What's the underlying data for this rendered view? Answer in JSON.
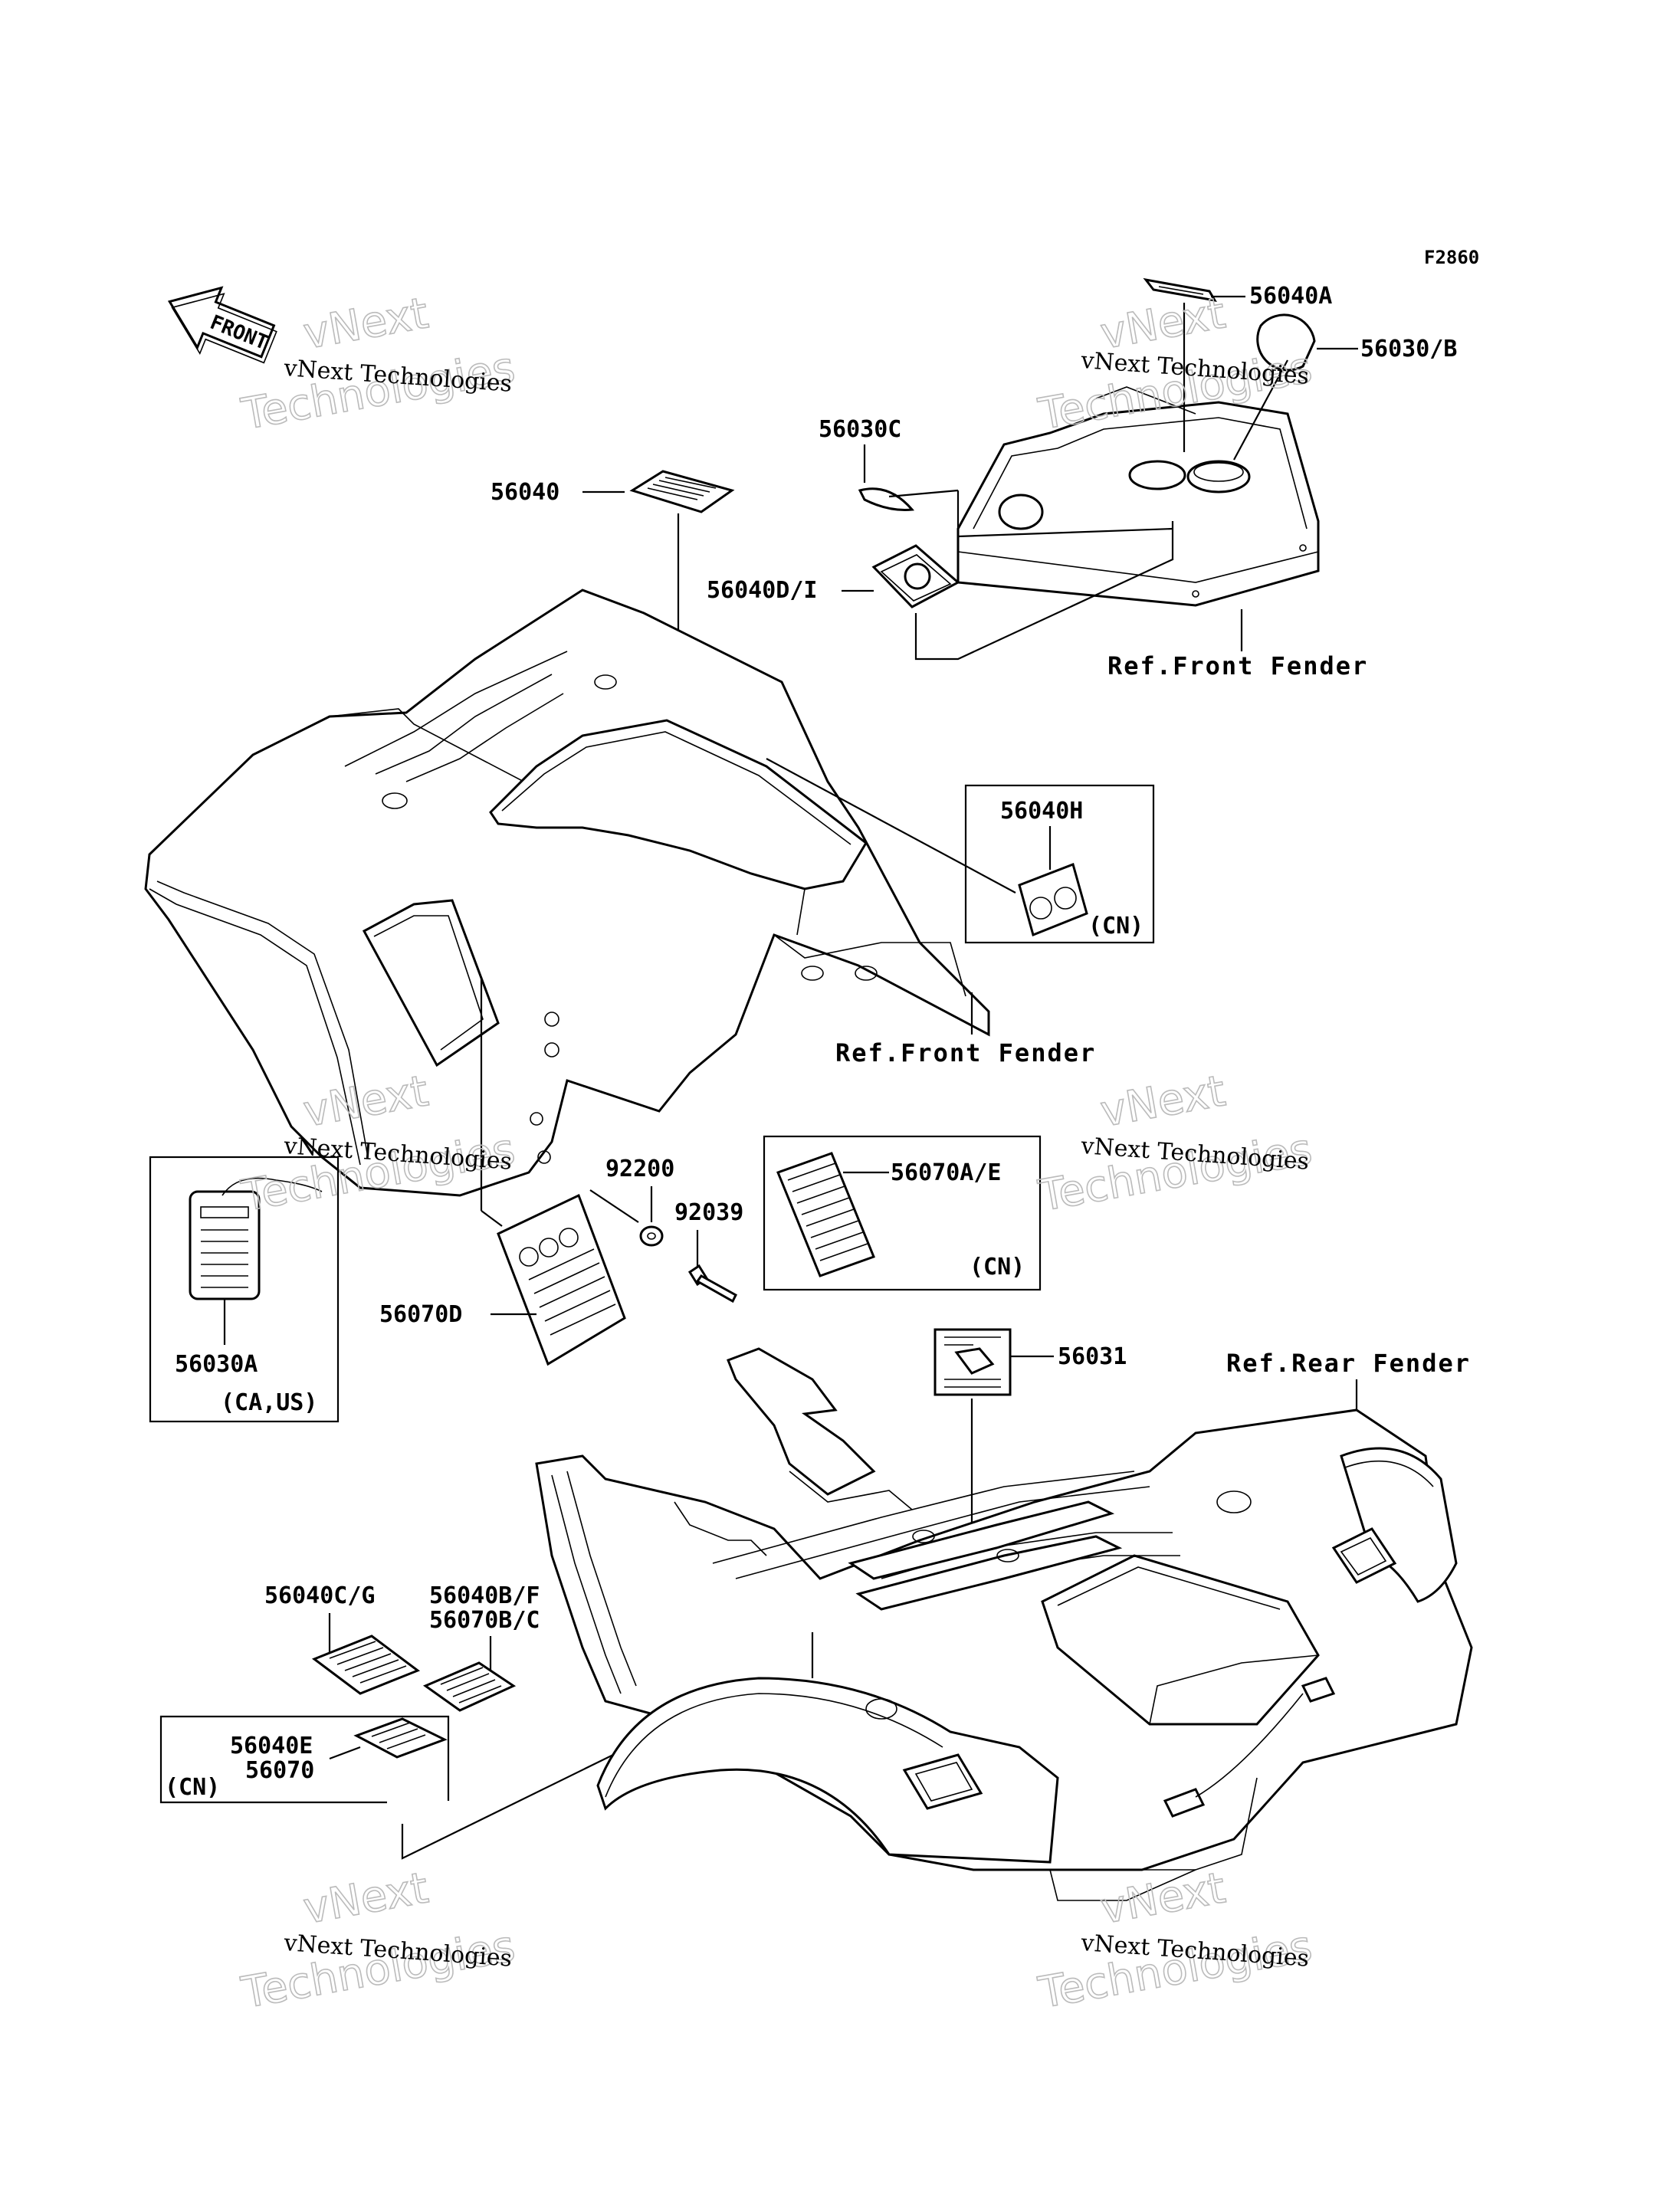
{
  "figure_code": "F2860",
  "front_arrow_text": "FRONT",
  "watermark": {
    "line1": "vNext Technologies",
    "line2a": "vNext",
    "line2b": "Technologies"
  },
  "parts": {
    "p56040A": "56040A",
    "p56030B": "56030/B",
    "p56030C": "56030C",
    "p56040": "56040",
    "p56040DI": "56040D/I",
    "p56040H": "56040H",
    "p92200": "92200",
    "p92039": "92039",
    "p56070AE": "56070A/E",
    "p56070D": "56070D",
    "p56030A": "56030A",
    "p56031": "56031",
    "p56040CG": "56040C/G",
    "p56040BF": "56040B/F",
    "p56070BC": "56070B/C",
    "p56040E": "56040E",
    "p56070": "56070"
  },
  "refs": {
    "front_fender_top": "Ref.Front Fender",
    "front_fender_mid": "Ref.Front Fender",
    "rear_fender": "Ref.Rear Fender"
  },
  "markets": {
    "cn_56040H": "(CN)",
    "cn_56070AE": "(CN)",
    "ca_us": "(CA,US)",
    "cn_56040E": "(CN)"
  }
}
